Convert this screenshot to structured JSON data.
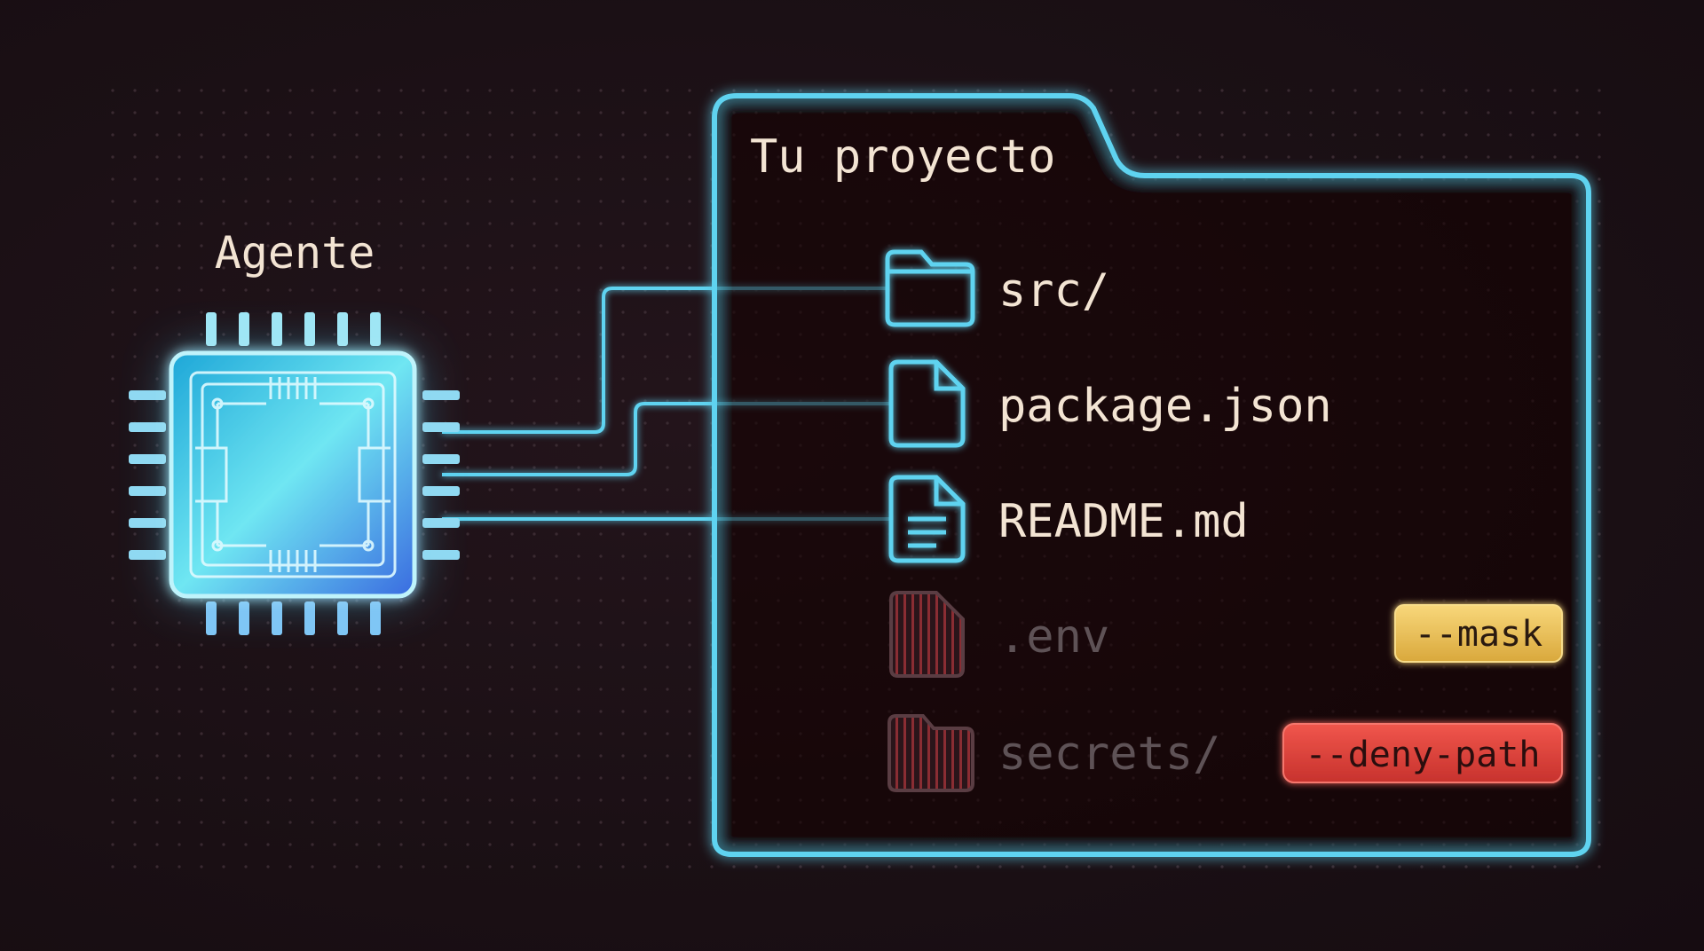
{
  "agent": {
    "label": "Agente",
    "icon": "cpu-chip-icon"
  },
  "project": {
    "title": "Tu proyecto",
    "icon": "folder-outline-icon"
  },
  "files": [
    {
      "name": "src/",
      "icon": "folder-icon",
      "state": "accessible"
    },
    {
      "name": "package.json",
      "icon": "file-icon",
      "state": "accessible"
    },
    {
      "name": "README.md",
      "icon": "file-text-icon",
      "state": "accessible"
    },
    {
      "name": ".env",
      "icon": "file-striped-icon",
      "state": "masked",
      "flag": "--mask"
    },
    {
      "name": "secrets/",
      "icon": "folder-striped-icon",
      "state": "denied",
      "flag": "--deny-path"
    }
  ],
  "colors": {
    "background": "#1b1015",
    "accent": "#5fd3f0",
    "text": "#f3e4d3",
    "muted_text": "#5e5256",
    "mask_flag": "#f2c55c",
    "deny_flag": "#e8473f"
  }
}
